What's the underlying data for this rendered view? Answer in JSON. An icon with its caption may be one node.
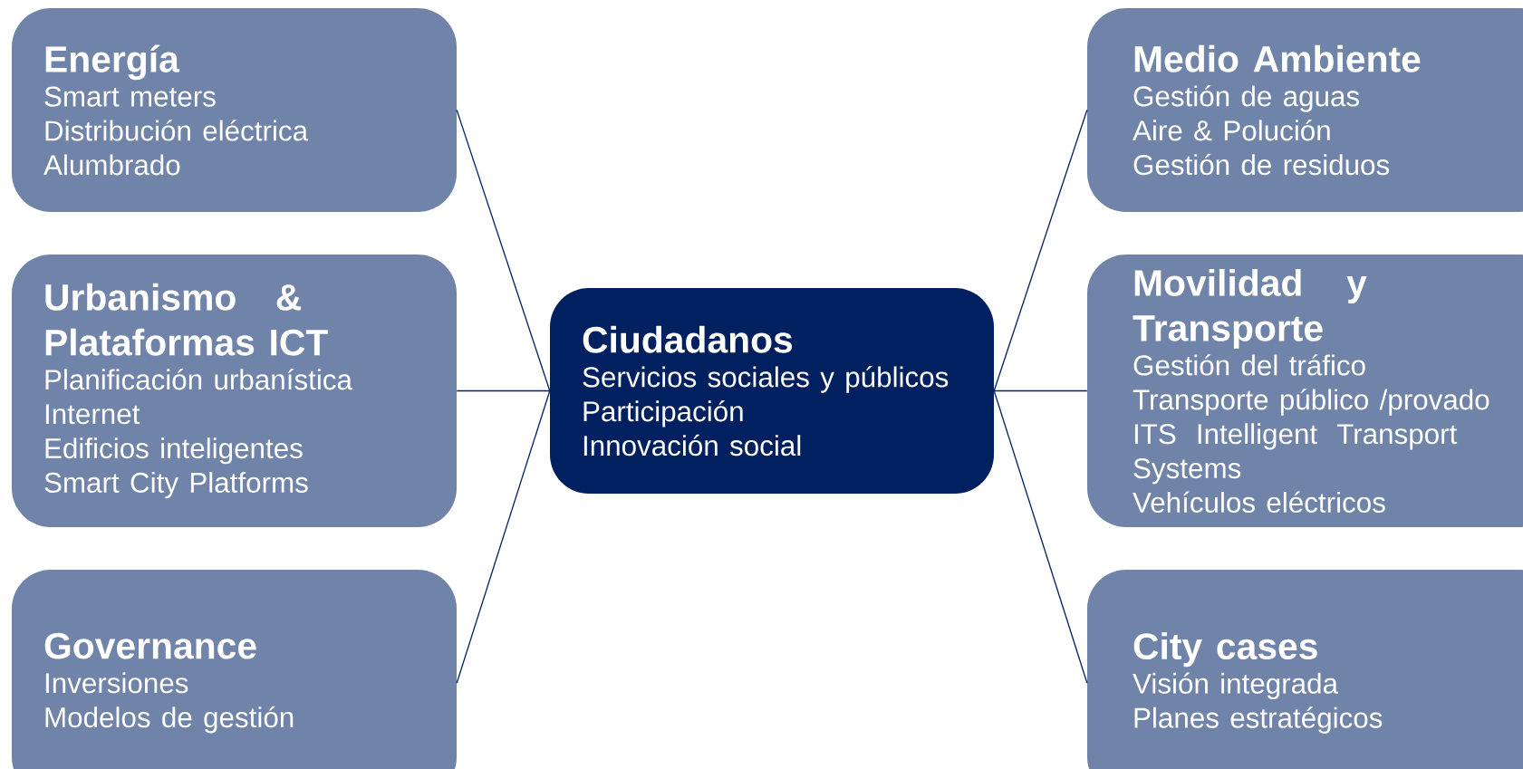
{
  "diagram": {
    "nodes": [
      {
        "text": [
          "Energía",
          "Smart meters",
          "Distribución eléctrica",
          "Alumbrado"
        ]
      },
      {
        "text": [
          "Medio Ambiente",
          "Gestión de aguas",
          "Aire & Polución",
          "Gestión de residuos"
        ]
      },
      {
        "text": [
          "Urbanismo & Plataformas ICT",
          "Planificación urbanística",
          "Internet",
          "Edificios inteligentes",
          "Smart City Platforms"
        ]
      },
      {
        "text": [
          "Ciudadanos",
          "Servicios sociales y públicos",
          "Participación",
          "Innovación social"
        ]
      },
      {
        "text": [
          "Movilidad y Transporte",
          "Gestión del tráfico",
          "Transporte público /provado",
          "ITS Intelligent Transport Systems",
          "Vehículos eléctricos"
        ]
      },
      {
        "text": [
          "Governance",
          "Inversiones",
          "Modelos de gestión"
        ]
      },
      {
        "text": [
          "City cases",
          "Visión integrada",
          "Planes estratégicos"
        ]
      }
    ],
    "edges": [
      {
        "from": 3,
        "to": 0,
        "arrow": "none"
      },
      {
        "from": 3,
        "to": 2,
        "arrow": "none"
      },
      {
        "from": 3,
        "to": 5,
        "arrow": "none"
      },
      {
        "from": 3,
        "to": 1,
        "arrow": "none"
      },
      {
        "from": 3,
        "to": 4,
        "arrow": "none"
      },
      {
        "from": 3,
        "to": 6,
        "arrow": "none"
      }
    ]
  }
}
